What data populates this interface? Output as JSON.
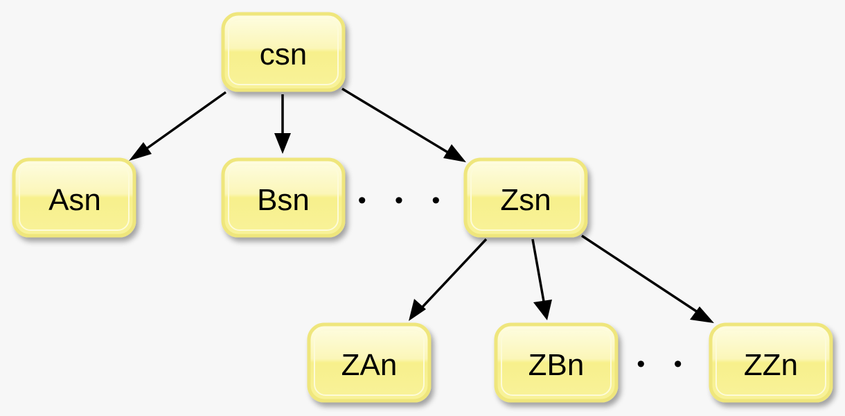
{
  "diagram": {
    "colors": {
      "background": "#f7f7f7",
      "node_fill_top": "#fdfbd0",
      "node_fill_bottom": "#f7f192",
      "node_border": "#ece27a",
      "arrow": "#000000"
    },
    "nodes": {
      "csn": "csn",
      "asn": "Asn",
      "bsn": "Bsn",
      "zsn": "Zsn",
      "zan": "ZAn",
      "zbn": "ZBn",
      "zzn": "ZZn"
    },
    "edges": [
      {
        "from": "csn",
        "to": "Asn"
      },
      {
        "from": "csn",
        "to": "Bsn"
      },
      {
        "from": "csn",
        "to": "Zsn"
      },
      {
        "from": "Zsn",
        "to": "ZAn"
      },
      {
        "from": "Zsn",
        "to": "ZBn"
      },
      {
        "from": "Zsn",
        "to": "ZZn"
      }
    ],
    "ellipsis_level1": "• • •",
    "ellipsis_level2": "• •"
  }
}
